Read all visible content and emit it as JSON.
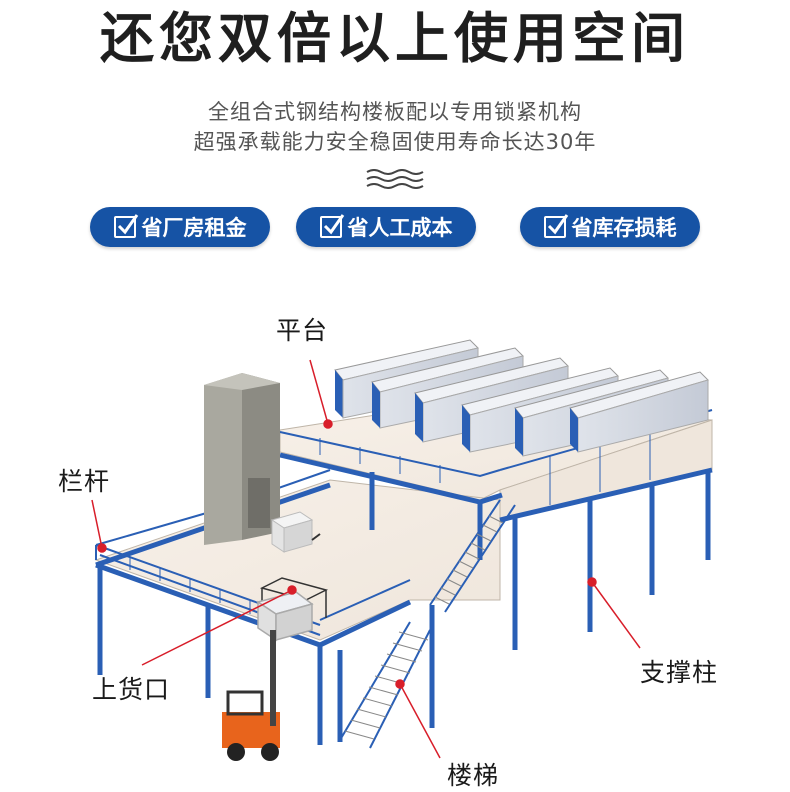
{
  "headline": "还您双倍以上使用空间",
  "subtitle_lines": [
    "全组合式钢结构楼板配以专用锁紧机构",
    "超强承载能力安全稳固使用寿命长达30年"
  ],
  "decoration_icon": "wave-icon",
  "badges": [
    {
      "label": "省厂房租金",
      "icon": "checkbox-icon"
    },
    {
      "label": "省人工成本",
      "icon": "checkbox-icon"
    },
    {
      "label": "省库存损耗",
      "icon": "checkbox-icon"
    }
  ],
  "callouts": {
    "platform": "平台",
    "railing": "栏杆",
    "loading_dock": "上货口",
    "support_column": "支撑柱",
    "stairs": "楼梯"
  },
  "colors": {
    "badge_blue": "#1653a5",
    "steel_blue": "#2a5fb5",
    "pointer_red": "#d81e2a",
    "forklift_orange": "#e8641c"
  }
}
